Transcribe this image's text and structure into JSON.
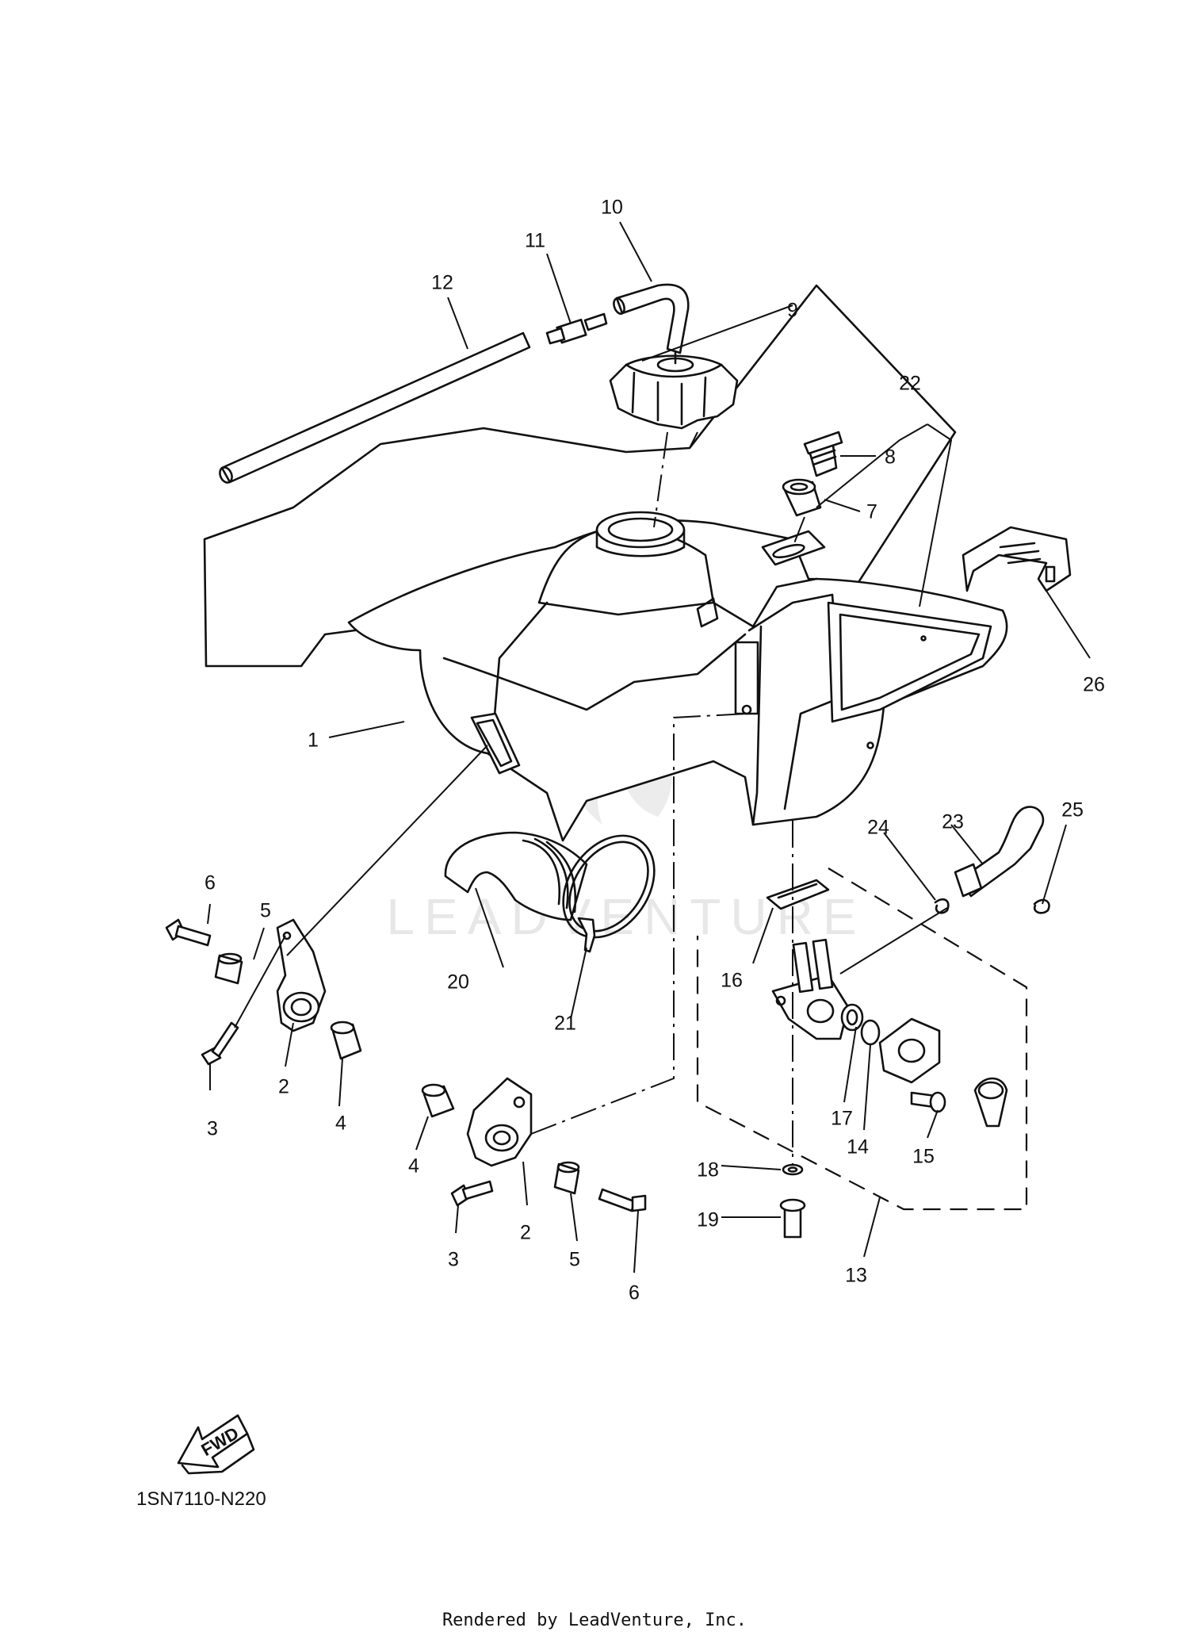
{
  "watermark_text": "LEADVENTURE",
  "fwd_label": "FWD",
  "diagram_code": "1SN7110-N220",
  "footer_credit": "Rendered by LeadVenture, Inc.",
  "callouts": [
    "1",
    "2",
    "2",
    "3",
    "3",
    "4",
    "4",
    "5",
    "5",
    "6",
    "6",
    "7",
    "8",
    "9",
    "10",
    "11",
    "12",
    "13",
    "14",
    "15",
    "16",
    "17",
    "18",
    "19",
    "20",
    "21",
    "22",
    "23",
    "24",
    "25",
    "26"
  ]
}
